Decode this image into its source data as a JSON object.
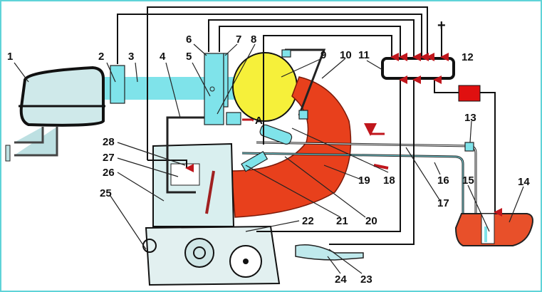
{
  "diagram": {
    "labels": [
      "1",
      "2",
      "3",
      "4",
      "5",
      "6",
      "7",
      "8",
      "9",
      "10",
      "11",
      "12",
      "13",
      "14",
      "15",
      "16",
      "17",
      "18",
      "19",
      "20",
      "21",
      "22",
      "23",
      "24",
      "25",
      "26",
      "27",
      "28"
    ],
    "plus": "+",
    "output_a": "A"
  },
  "colors": {
    "frame": "#5fd3d8",
    "cyan": "#7fe3ea",
    "yellow": "#f6f03a",
    "red": "#e8401c",
    "wire_arrow": "#c0161c",
    "relay": "#e01010"
  }
}
